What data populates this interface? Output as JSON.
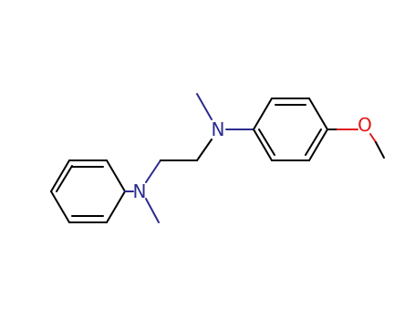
{
  "molecule": {
    "atoms": [
      {
        "id": "N1",
        "label": "N",
        "color": "#2b2b8f"
      },
      {
        "id": "N2",
        "label": "N",
        "color": "#2b2b8f"
      },
      {
        "id": "O1",
        "label": "O",
        "color": "#e01818"
      }
    ],
    "colors": {
      "bond": "#000000",
      "nitrogen": "#2b2b8f",
      "oxygen": "#e01818",
      "background": "#ffffff"
    }
  }
}
